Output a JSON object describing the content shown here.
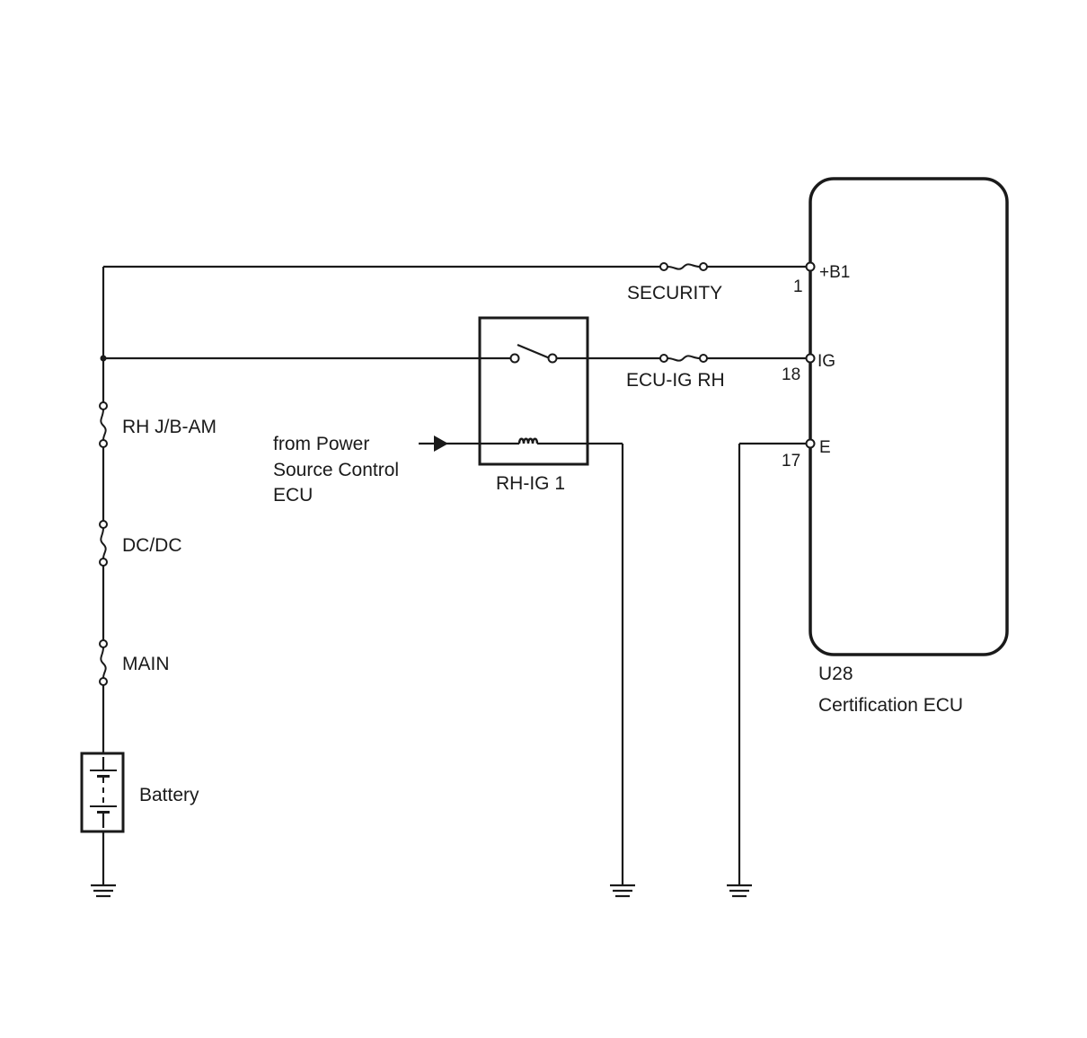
{
  "ecu": {
    "code": "U28",
    "name": "Certification ECU",
    "pins": [
      {
        "number": "1",
        "name": "+B1"
      },
      {
        "number": "18",
        "name": "IG"
      },
      {
        "number": "17",
        "name": "E"
      }
    ]
  },
  "fuses": {
    "security": "SECURITY",
    "ecu_ig_rh": "ECU-IG RH",
    "rh_jb_am": "RH J/B-AM",
    "dc_dc": "DC/DC",
    "main": "MAIN"
  },
  "relay": {
    "name": "RH-IG 1"
  },
  "input": {
    "line1": "from Power",
    "line2": "Source Control",
    "line3": "ECU"
  },
  "battery": {
    "label": "Battery"
  }
}
